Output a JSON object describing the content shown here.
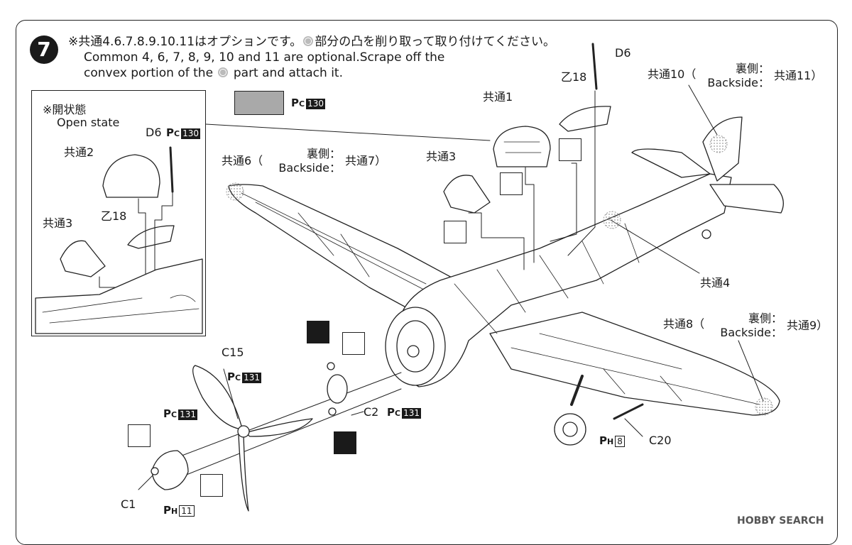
{
  "step": {
    "number": "7"
  },
  "instructions": {
    "jp": "※共通4.6.7.8.9.10.11はオプションです。",
    "jp2": "部分の凸を削り取って取り付けてください。",
    "en_line1": "Common 4, 6, 7, 8, 9, 10 and 11 are optional.Scrape off the",
    "en_line2a": "convex portion of the",
    "en_line2b": "part and attach it."
  },
  "inset": {
    "jp_title": "※開状態",
    "en_title": "Open state"
  },
  "swatch": {
    "color": "#a9a9a9",
    "mark": "P",
    "sub": "C",
    "code": "130"
  },
  "parts": {
    "d6_inset": "D6",
    "kyotsu2": "共通2",
    "otsu18_inset": "乙18",
    "kyotsu3_inset": "共通3",
    "d6": "D6",
    "otsu18": "乙18",
    "kyotsu1": "共通1",
    "kyotsu3": "共通3",
    "kyotsu10": "共通10（",
    "kyotsu11": "共通11）",
    "ura": "裏側：",
    "backside": "Backside：",
    "kyotsu6": "共通6（",
    "kyotsu7": "共通7）",
    "kyotsu4": "共通4",
    "kyotsu8": "共通8（",
    "kyotsu9": "共通9）",
    "c15": "C15",
    "c2": "C2",
    "c1": "C1",
    "c20": "C20"
  },
  "paint_codes": {
    "d6_inset": {
      "mark": "P",
      "sub": "C",
      "code": "130"
    },
    "c15": {
      "mark": "P",
      "sub": "C",
      "code": "131"
    },
    "c1_top": {
      "mark": "P",
      "sub": "C",
      "code": "131"
    },
    "c2": {
      "mark": "P",
      "sub": "C",
      "code": "131"
    },
    "c1_bottom": {
      "mark": "P",
      "sub": "H",
      "code": "11"
    },
    "c20": {
      "mark": "P",
      "sub": "H",
      "code": "8"
    }
  },
  "watermark": "HOBBY SEARCH"
}
